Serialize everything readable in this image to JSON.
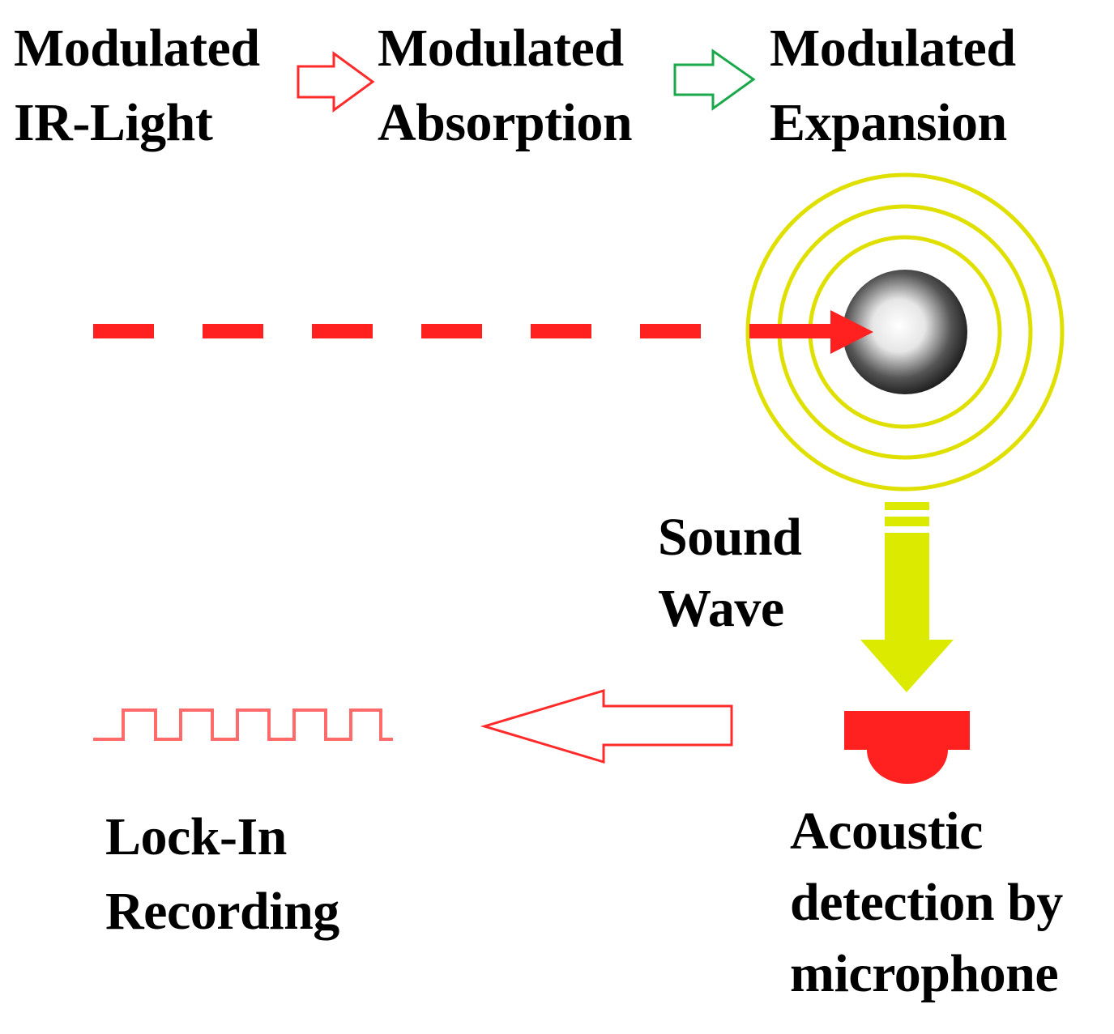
{
  "stages": [
    {
      "line1": "Modulated",
      "line2": "IR-Light"
    },
    {
      "line1": "Modulated",
      "line2": "Absorption"
    },
    {
      "line1": "Modulated",
      "line2": "Expansion"
    }
  ],
  "sound_wave": {
    "line1": "Sound",
    "line2": "Wave"
  },
  "lock_in": {
    "line1": "Lock-In",
    "line2": "Recording"
  },
  "detector": {
    "line1": "Acoustic",
    "line2": "detection by",
    "line3": "microphone"
  },
  "colors": {
    "ir_beam": "#ff2020",
    "arrow_red": "#ff2a2a",
    "arrow_green": "#1aa84a",
    "rings": "#e0e000",
    "sound_arrow": "#dcea00",
    "microphone": "#ff2020",
    "signal": "#ff6a6a"
  },
  "icons": {
    "particle": "particle-sphere-icon",
    "microphone": "microphone-icon",
    "signal": "square-wave-icon"
  }
}
